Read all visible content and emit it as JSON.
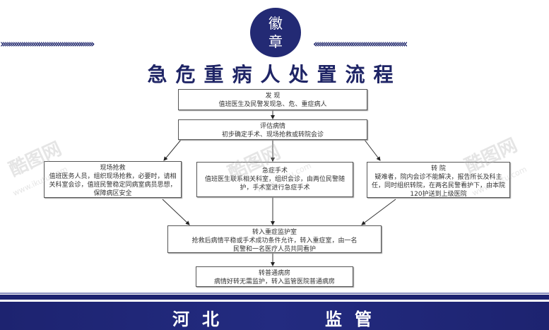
{
  "emblem": {
    "line1": "徽",
    "line2": "章"
  },
  "title": "急危重病人处置流程",
  "decor": {
    "left_chevrons": "››››››››››››››››››››››››››››››››››››››››››››",
    "right_chevrons": "‹‹‹‹‹‹‹‹‹‹‹‹‹‹‹‹‹‹‹‹‹‹‹‹‹‹‹‹‹‹‹‹‹‹‹‹‹‹‹‹‹‹‹‹"
  },
  "steps": {
    "discover": {
      "heading": "发 现",
      "text": "值班医生及民警发现急、危、重症病人"
    },
    "assess": {
      "heading": "评估病情",
      "text": "初步确定手术、现场抢救或转院会诊"
    },
    "onsite": {
      "heading": "现场抢救",
      "text": "值班医务人员，组织现场抢救，必要时，请相关科室会诊，值班民警稳定同病室病员思想，保障病区安全"
    },
    "surgery": {
      "heading": "急症手术",
      "text": "值班医生联系相关科室，组织会诊，由两位民警随护，手术室进行急症手术"
    },
    "transfer": {
      "heading": "转 院",
      "text": "疑难者，院内会诊不能解决，报告所长及科主任，同时组织转院，在两名民警看护下，由本院120护送到上级医院"
    },
    "icu": {
      "heading": "转入重症监护室",
      "text": "抢救后病情平稳或手术成功条件允许，转入重症室，由一名民警和一名医疗人员共同看护"
    },
    "ward": {
      "heading": "转普通病房",
      "text": "病情好转无需监护，转入监管医院普通病房"
    }
  },
  "footer": {
    "left": "河北",
    "right": "监管"
  },
  "watermark": {
    "brand": "酷图网",
    "url": "www.ikutu.com"
  },
  "colors": {
    "navy": "#1f2566"
  }
}
